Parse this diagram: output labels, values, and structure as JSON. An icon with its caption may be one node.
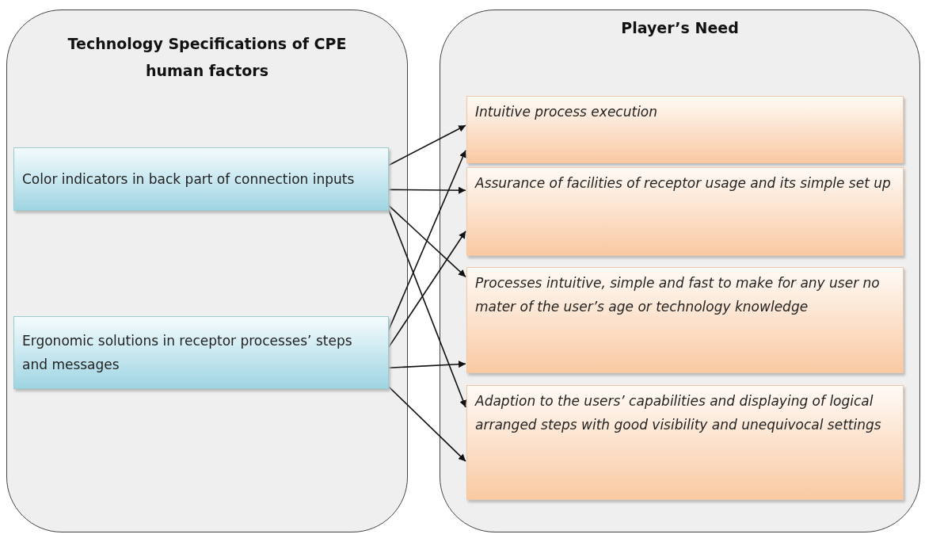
{
  "diagram": {
    "nodes": [
      {
        "text": [
          "Technology Specifications of CPE human factors"
        ]
      },
      {
        "text": [
          "Color indicators in back part of connection inputs"
        ],
        "in": 0
      },
      {
        "text": [
          "Ergonomic solutions in receptor processes’ steps and messages"
        ],
        "in": 0
      },
      {
        "text": [
          "Player’s Need"
        ]
      },
      {
        "text": [
          "Intuitive process execution"
        ],
        "in": 3
      },
      {
        "text": [
          "Assurance of facilities of receptor usage and its simple set up"
        ],
        "in": 3
      },
      {
        "text": [
          "Processes intuitive, simple and fast to make for any user no mater of the user’s age or technology knowledge"
        ],
        "in": 3
      },
      {
        "text": [
          "Adaption to the users’ capabilities and displaying of logical arranged steps with good visibility and unequivocal settings"
        ],
        "in": 3
      }
    ],
    "edges": [
      {
        "from": 1,
        "to": 4,
        "arrow": "to"
      },
      {
        "from": 1,
        "to": 5,
        "arrow": "to"
      },
      {
        "from": 1,
        "to": 6,
        "arrow": "to"
      },
      {
        "from": 1,
        "to": 7,
        "arrow": "to"
      },
      {
        "from": 2,
        "to": 4,
        "arrow": "to"
      },
      {
        "from": 2,
        "to": 5,
        "arrow": "to"
      },
      {
        "from": 2,
        "to": 6,
        "arrow": "to"
      },
      {
        "from": 2,
        "to": 7,
        "arrow": "to"
      }
    ]
  }
}
